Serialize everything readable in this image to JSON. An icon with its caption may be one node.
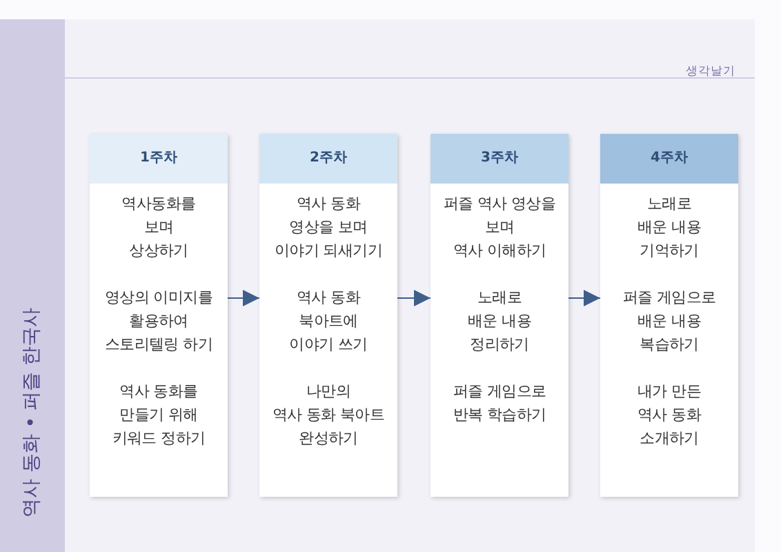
{
  "diagram": {
    "nodes": [
      {
        "text": [
          "1주차",
          "역사동화를 보며 상상하기",
          "영상의 이미지를 활용하여 스토리텔링 하기",
          "역사 동화를 만들기 위해 키워드 정하기"
        ]
      },
      {
        "text": [
          "2주차",
          "역사 동화 영상을 보며 이야기 되새기기",
          "역사 동화 북아트에 이야기 쓰기",
          "나만의 역사 동화 북아트 완성하기"
        ]
      },
      {
        "text": [
          "3주차",
          "퍼즐 역사 영상을 보며 역사 이해하기",
          "노래로 배운 내용 정리하기",
          "퍼즐 게임으로 반복 학습하기"
        ]
      },
      {
        "text": [
          "4주차",
          "노래로 배운 내용 기억하기",
          "퍼즐 게임으로 배운 내용 복습하기",
          "내가 만든 역사 동화 소개하기"
        ]
      }
    ],
    "edges": [
      {
        "from": 0,
        "to": 1,
        "arrow": "to"
      },
      {
        "from": 1,
        "to": 2,
        "arrow": "to"
      },
      {
        "from": 2,
        "to": 3,
        "arrow": "to"
      }
    ],
    "labels": [
      "생각날기",
      "역사 동화 • 퍼즐 한국사"
    ]
  }
}
